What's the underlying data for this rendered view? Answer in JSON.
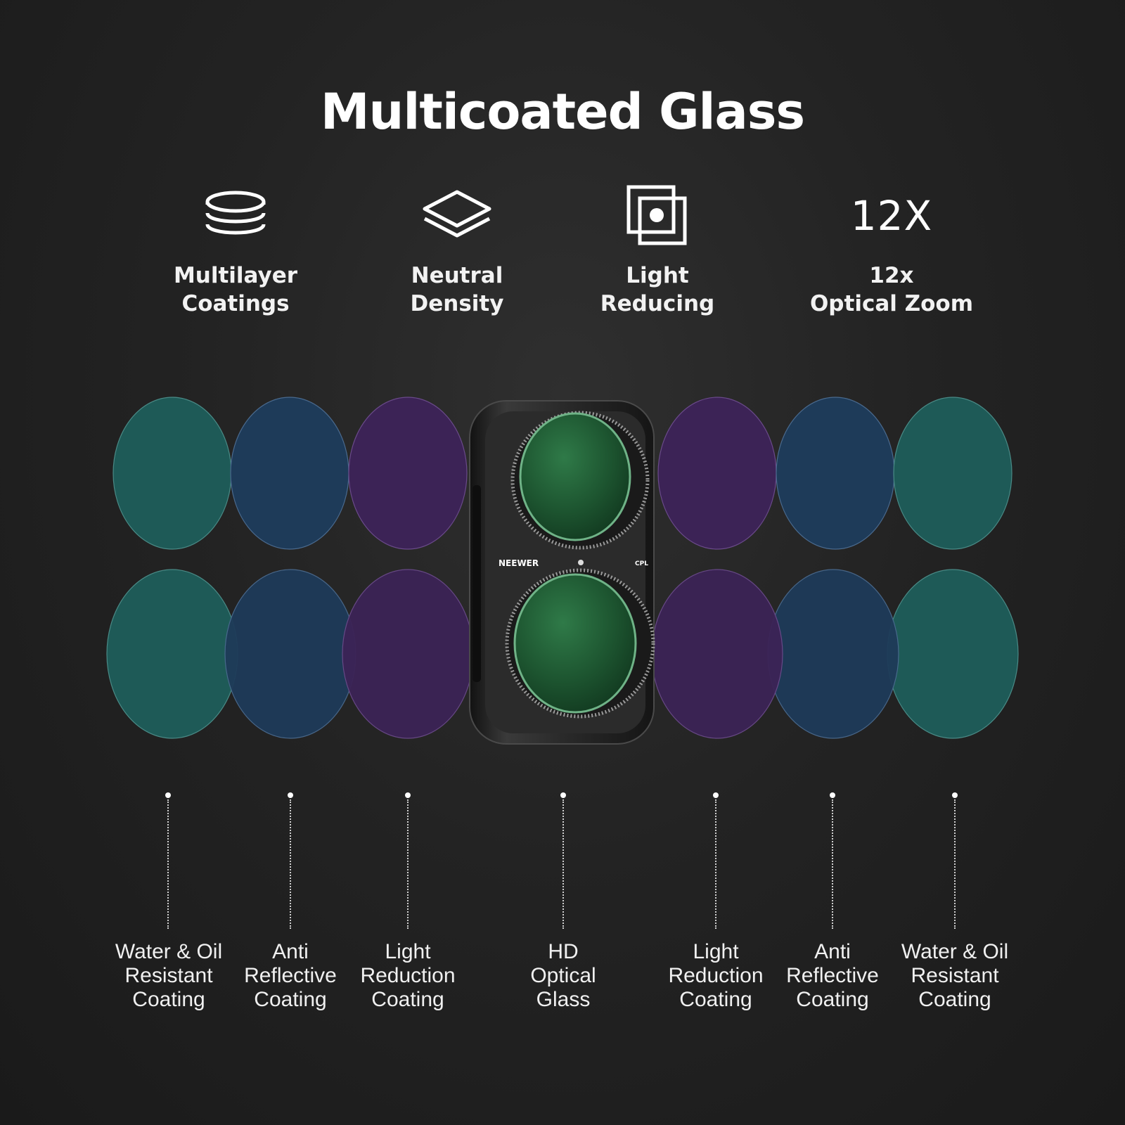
{
  "title": "Multicoated Glass",
  "features": [
    {
      "icon": "layers-stack-icon",
      "lines": [
        "Multilayer",
        "Coatings"
      ]
    },
    {
      "icon": "diamond-layers-icon",
      "lines": [
        "Neutral",
        "Density"
      ]
    },
    {
      "icon": "square-frame-dot-icon",
      "lines": [
        "Light",
        "Reducing"
      ]
    },
    {
      "icon_text": "12X",
      "lines": [
        "12x",
        "Optical Zoom"
      ]
    }
  ],
  "product": {
    "brand": "NEEWER",
    "filter_mark": "CPL"
  },
  "layers": [
    {
      "lines": [
        "Water & Oil",
        "Resistant",
        "Coating"
      ],
      "color": "#1e5a57"
    },
    {
      "lines": [
        "Anti",
        "Reflective",
        "Coating"
      ],
      "color": "#1e3b59"
    },
    {
      "lines": [
        "Light",
        "Reduction",
        "Coating"
      ],
      "color": "#3c2356"
    },
    {
      "lines": [
        "HD",
        "Optical",
        "Glass"
      ],
      "color": "#2b6d3e"
    },
    {
      "lines": [
        "Light",
        "Reduction",
        "Coating"
      ],
      "color": "#3c2356"
    },
    {
      "lines": [
        "Anti",
        "Reflective",
        "Coating"
      ],
      "color": "#1e3b59"
    },
    {
      "lines": [
        "Water & Oil",
        "Resistant",
        "Coating"
      ],
      "color": "#1e5a57"
    }
  ]
}
